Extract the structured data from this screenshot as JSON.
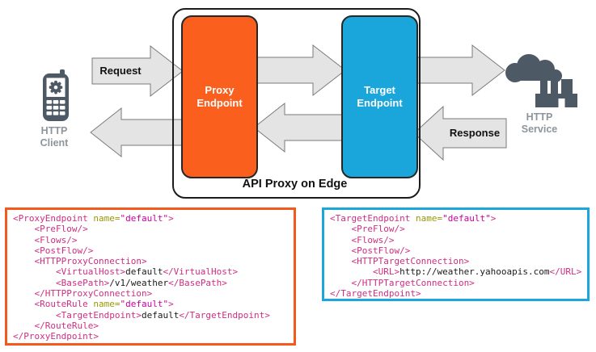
{
  "diagram": {
    "client": {
      "label_line1": "HTTP",
      "label_line2": "Client",
      "icon": "mobile-phone-icon"
    },
    "service": {
      "label_line1": "HTTP",
      "label_line2": "Service",
      "icon": "factory-cloud-icon"
    },
    "proxy_endpoint": {
      "label_line1": "Proxy",
      "label_line2": "Endpoint",
      "fill": "#FA5F1E"
    },
    "target_endpoint": {
      "label_line1": "Target",
      "label_line2": "Endpoint",
      "fill": "#1AA6DB"
    },
    "container_label": "API Proxy on Edge",
    "request_label": "Request",
    "response_label": "Response",
    "arrow_fill": "#E4E4E4",
    "arrow_stroke": "#7a7a7a",
    "icon_color": "#4D5A66"
  },
  "syntax_colors": {
    "tag": "#CE2E81",
    "attr": "#99990A",
    "value": "#C7009D",
    "text": "#1A1A1A"
  },
  "code_boxes": [
    {
      "name": "proxy-xml",
      "border_color": "#F4581C",
      "lines": [
        [
          [
            "t",
            "<ProxyEndpoint "
          ],
          [
            "a",
            "name="
          ],
          [
            "v",
            "\"default\""
          ],
          [
            "t",
            ">"
          ]
        ],
        [
          [
            "t",
            "    <PreFlow/>"
          ]
        ],
        [
          [
            "t",
            "    <Flows/>"
          ]
        ],
        [
          [
            "t",
            "    <PostFlow/>"
          ]
        ],
        [
          [
            "t",
            "    <HTTPProxyConnection>"
          ]
        ],
        [
          [
            "t",
            "        <VirtualHost>"
          ],
          [
            "x",
            "default"
          ],
          [
            "t",
            "</VirtualHost>"
          ]
        ],
        [
          [
            "t",
            "        <BasePath>"
          ],
          [
            "x",
            "/v1/weather"
          ],
          [
            "t",
            "</BasePath>"
          ]
        ],
        [
          [
            "t",
            "    </HTTPProxyConnection>"
          ]
        ],
        [
          [
            "t",
            "    <RouteRule "
          ],
          [
            "a",
            "name="
          ],
          [
            "v",
            "\"default\""
          ],
          [
            "t",
            ">"
          ]
        ],
        [
          [
            "t",
            "        <TargetEndpoint>"
          ],
          [
            "x",
            "default"
          ],
          [
            "t",
            "</TargetEndpoint>"
          ]
        ],
        [
          [
            "t",
            "    </RouteRule>"
          ]
        ],
        [
          [
            "t",
            "</ProxyEndpoint>"
          ]
        ]
      ]
    },
    {
      "name": "target-xml",
      "border_color": "#1BA7DC",
      "lines": [
        [
          [
            "t",
            "<TargetEndpoint "
          ],
          [
            "a",
            "name="
          ],
          [
            "v",
            "\"default\""
          ],
          [
            "t",
            ">"
          ]
        ],
        [
          [
            "t",
            "    <PreFlow/>"
          ]
        ],
        [
          [
            "t",
            "    <Flows/>"
          ]
        ],
        [
          [
            "t",
            "    <PostFlow/>"
          ]
        ],
        [
          [
            "t",
            "    <HTTPTargetConnection>"
          ]
        ],
        [
          [
            "t",
            "        <URL>"
          ],
          [
            "x",
            "http://weather.yahooapis.com"
          ],
          [
            "t",
            "</URL>"
          ]
        ],
        [
          [
            "t",
            "    </HTTPTargetConnection>"
          ]
        ],
        [
          [
            "t",
            "</TargetEndpoint>"
          ]
        ]
      ]
    }
  ]
}
